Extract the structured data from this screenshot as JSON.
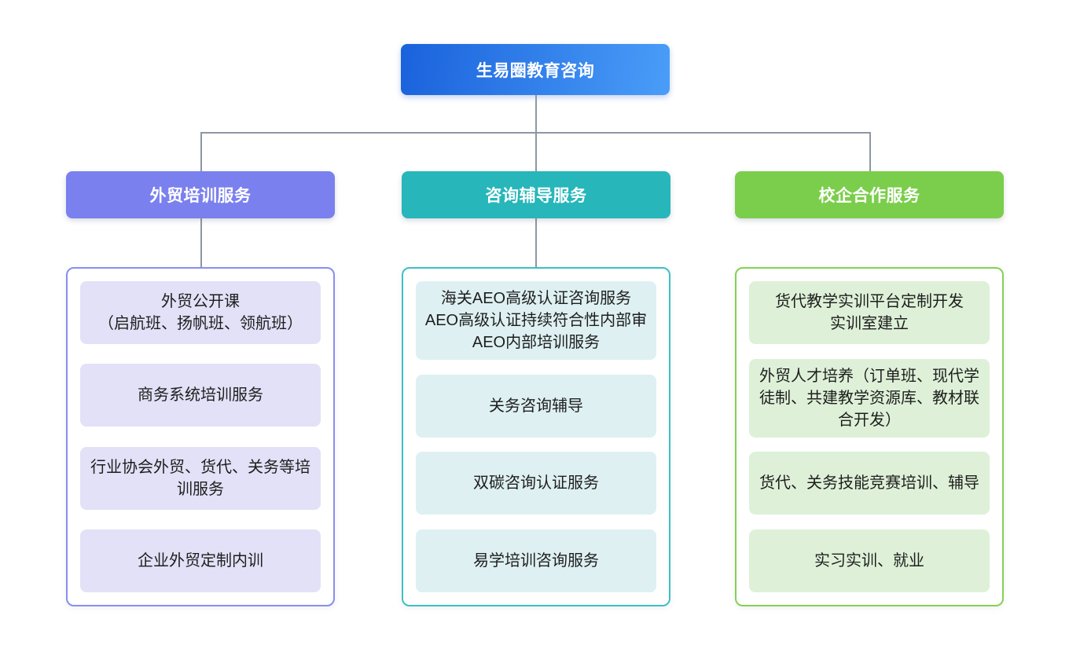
{
  "root": {
    "label": "生易圈教育咨询",
    "gradient_from": "#1a62dc",
    "gradient_to": "#4a9df8"
  },
  "connector_color": "#8d97a3",
  "columns": [
    {
      "id": "foreign-trade-training",
      "header": "外贸培训服务",
      "header_color": "#7a80ee",
      "border_color": "#898df1",
      "item_bg": "#e2e1f7",
      "items": [
        {
          "lines": [
            "外贸公开课",
            "（启航班、扬帆班、领航班）"
          ]
        },
        {
          "lines": [
            "商务系统培训服务"
          ]
        },
        {
          "lines": [
            "行业协会外贸、货代、关务等培训服务"
          ]
        },
        {
          "lines": [
            "企业外贸定制内训"
          ]
        }
      ]
    },
    {
      "id": "consulting-coaching",
      "header": "咨询辅导服务",
      "header_color": "#27b6ba",
      "border_color": "#3ec0c5",
      "item_bg": "#def0f2",
      "items": [
        {
          "lines": [
            "海关AEO高级认证咨询服务",
            "AEO高级认证持续符合性内部审",
            "AEO内部培训服务"
          ]
        },
        {
          "lines": [
            "关务咨询辅导"
          ]
        },
        {
          "lines": [
            "双碳咨询认证服务"
          ]
        },
        {
          "lines": [
            "易学培训咨询服务"
          ]
        }
      ]
    },
    {
      "id": "school-enterprise-cooperation",
      "header": "校企合作服务",
      "header_color": "#7bce4b",
      "border_color": "#84d254",
      "item_bg": "#def1d8",
      "items": [
        {
          "lines": [
            "货代教学实训平台定制开发",
            "实训室建立"
          ]
        },
        {
          "lines": [
            "外贸人才培养（订单班、现代学徒制、共建教学资源库、教材联合开发）"
          ]
        },
        {
          "lines": [
            "货代、关务技能竞赛培训、辅导"
          ]
        },
        {
          "lines": [
            "实习实训、就业"
          ]
        }
      ]
    }
  ]
}
